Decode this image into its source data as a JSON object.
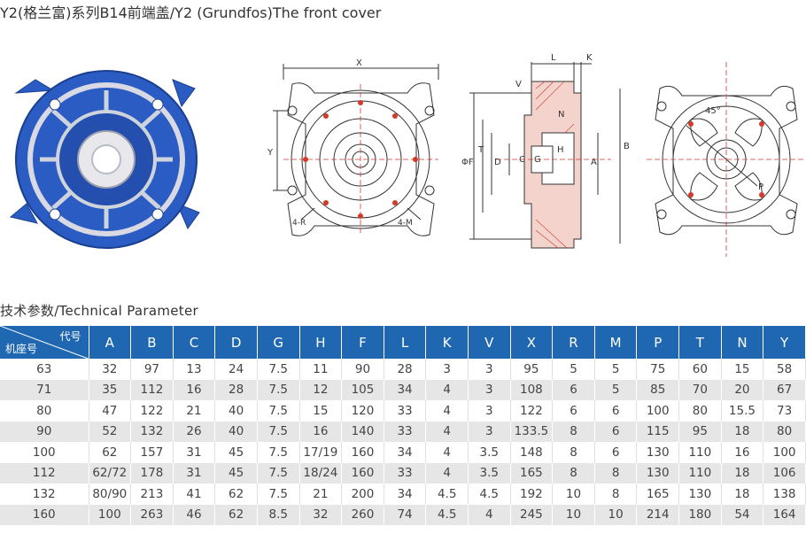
{
  "title": "Y2(格兰富)系列B14前端盖/Y2 (Grundfos)The front cover",
  "section_title": "技术参数/Technical Parameter",
  "table": {
    "corner_top": "代号",
    "corner_bottom": "机座号",
    "columns": [
      "A",
      "B",
      "C",
      "D",
      "G",
      "H",
      "F",
      "L",
      "K",
      "V",
      "X",
      "R",
      "M",
      "P",
      "T",
      "N",
      "Y"
    ],
    "rows": [
      [
        "63",
        "32",
        "97",
        "13",
        "24",
        "7.5",
        "11",
        "90",
        "28",
        "3",
        "3",
        "95",
        "5",
        "5",
        "75",
        "60",
        "15",
        "58"
      ],
      [
        "71",
        "35",
        "112",
        "16",
        "28",
        "7.5",
        "12",
        "105",
        "34",
        "4",
        "3",
        "108",
        "6",
        "5",
        "85",
        "70",
        "20",
        "67"
      ],
      [
        "80",
        "47",
        "122",
        "21",
        "40",
        "7.5",
        "15",
        "120",
        "33",
        "4",
        "3",
        "122",
        "6",
        "6",
        "100",
        "80",
        "15.5",
        "73"
      ],
      [
        "90",
        "52",
        "132",
        "26",
        "40",
        "7.5",
        "16",
        "140",
        "33",
        "4",
        "3",
        "133.5",
        "8",
        "6",
        "115",
        "95",
        "18",
        "80"
      ],
      [
        "100",
        "62",
        "157",
        "31",
        "45",
        "7.5",
        "17/19",
        "160",
        "34",
        "4",
        "3.5",
        "148",
        "8",
        "6",
        "130",
        "110",
        "16",
        "100"
      ],
      [
        "112",
        "62/72",
        "178",
        "31",
        "45",
        "7.5",
        "18/24",
        "160",
        "33",
        "4",
        "3.5",
        "165",
        "8",
        "8",
        "130",
        "110",
        "18",
        "106"
      ],
      [
        "132",
        "80/90",
        "213",
        "41",
        "62",
        "7.5",
        "21",
        "200",
        "34",
        "4.5",
        "4.5",
        "192",
        "10",
        "8",
        "165",
        "130",
        "18",
        "138"
      ],
      [
        "160",
        "100",
        "263",
        "46",
        "62",
        "8.5",
        "32",
        "260",
        "74",
        "4.5",
        "4",
        "245",
        "10",
        "10",
        "214",
        "180",
        "54",
        "164"
      ]
    ]
  },
  "drawing_labels": {
    "front_x": "X",
    "front_y": "Y",
    "front_4r": "4-R",
    "front_4m": "4-M",
    "side_l": "L",
    "side_k": "K",
    "side_v": "V",
    "side_n": "N",
    "side_t": "T",
    "side_phif": "ΦF",
    "side_d": "D",
    "side_c": "C",
    "side_g": "G",
    "side_h": "H",
    "side_a": "A",
    "side_b": "B",
    "back_angle": "45°",
    "back_p": "P"
  },
  "colors": {
    "header_blue": "#1f67b1",
    "row_gray": "#e6e6e6",
    "cover_blue": "#2a5cc4",
    "accent_red": "#d23a2a"
  }
}
